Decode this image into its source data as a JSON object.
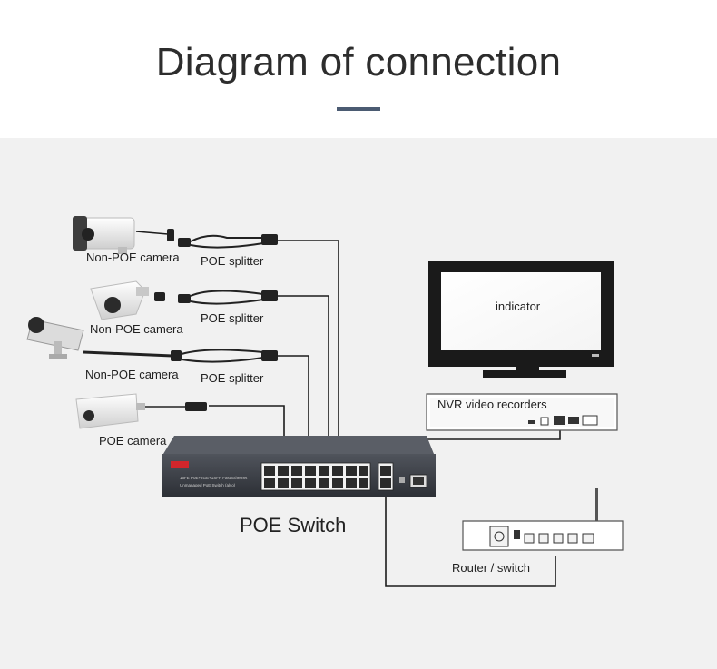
{
  "header": {
    "title": "Diagram of connection"
  },
  "devices": {
    "cam1_label": "Non-POE camera",
    "cam2_label": "Non-POE camera",
    "cam3_label": "Non-POE camera",
    "cam4_label": "POE camera",
    "splitter1_label": "POE splitter",
    "splitter2_label": "POE splitter",
    "splitter3_label": "POE splitter",
    "switch_label": "POE Switch",
    "switch_line1": "16FE PoE+2GE+1SFP Fast Ethernet",
    "switch_line2": "Unmanaged PoE Switch (also)",
    "monitor_label": "indicator",
    "nvr_label": "NVR video recorders",
    "router_label": "Router / switch"
  },
  "colors": {
    "accent_bar": "#4b5b72",
    "switch_body": "#3a3d44",
    "logo_red": "#d0262b",
    "cable": "#1c1c1c"
  }
}
